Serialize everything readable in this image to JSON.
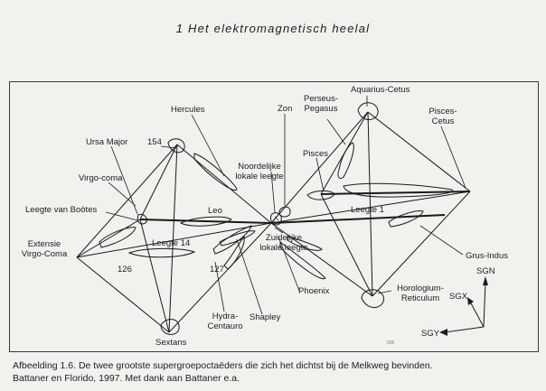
{
  "page": {
    "header": "1 Het elektromagnetisch heelal"
  },
  "figure": {
    "labels": {
      "aquarius_cetus": "Aquarius-Cetus",
      "perseus_pegasus": "Perseus-\nPegasus",
      "zon": "Zon",
      "hercules": "Hercules",
      "pisces_cetus": "Pisces-\nCetus",
      "ursa_major": "Ursa Major",
      "n154": "154",
      "pisces": "Pisces",
      "noordelijke": "Noordelijke\nlokale leegte",
      "virgo_coma": "Virgo-coma",
      "leegte_bootes": "Leegte van Boötes",
      "leo": "Leo",
      "leegte_1": "Leegte 1",
      "leegte_14": "Leegte 14",
      "extensie": "Extensie\nVirgo-Coma",
      "zuidelijke": "Zuidelijke\nlokale leegte",
      "grus_indus": "Grus-Indus",
      "sgn": "SGN",
      "n126": "126",
      "n127": "127",
      "sgx": "SGX",
      "phoenix": "Phoenix",
      "horologium": "Horologium-\nReticulum",
      "shapley": "Shapley",
      "hydra": "Hydra-\nCentauro",
      "sextans": "Sextans",
      "sgy": "SGY",
      "stray_mark": "005"
    }
  },
  "caption": {
    "line1": "Afbeelding 1.6. De twee grootste supergroepoctaëders die zich het dichtst bij de Melkweg bevinden.",
    "line2": "Battaner en Florido, 1997. Met dank aan Battaner e.a."
  }
}
